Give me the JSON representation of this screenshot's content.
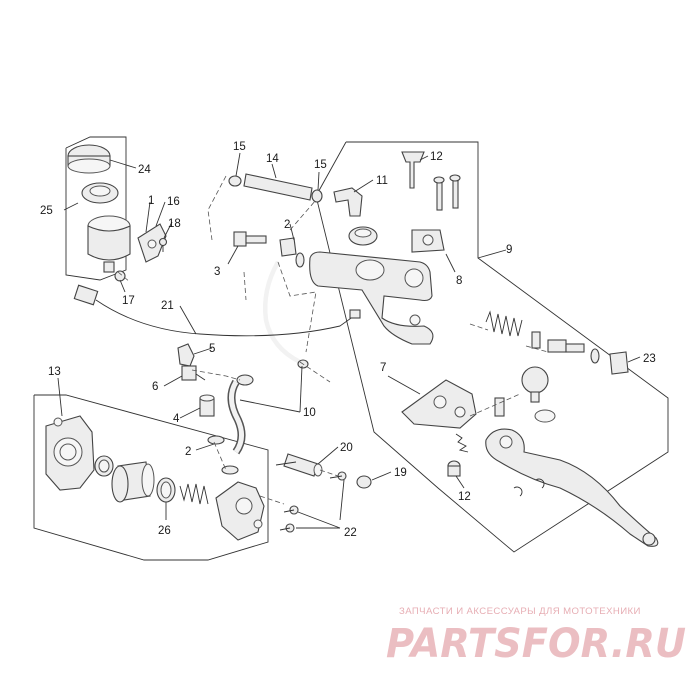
{
  "callouts": [
    "2",
    "2",
    "3",
    "4",
    "5",
    "6",
    "7",
    "8",
    "9",
    "10",
    "11",
    "12",
    "12",
    "13",
    "14",
    "15",
    "15",
    "16",
    "17",
    "18",
    "19",
    "20",
    "21",
    "22",
    "23",
    "24",
    "25",
    "26"
  ],
  "watermark": {
    "caption": "ЗАПЧАСТИ И АКСЕССУАРЫ ДЛЯ МОТОТЕХНИКИ",
    "logo": "PARTSFOR.RU"
  },
  "colors": {
    "line": "#333333",
    "part_fill": "#ededed",
    "watermark": "#e7aeb4"
  }
}
